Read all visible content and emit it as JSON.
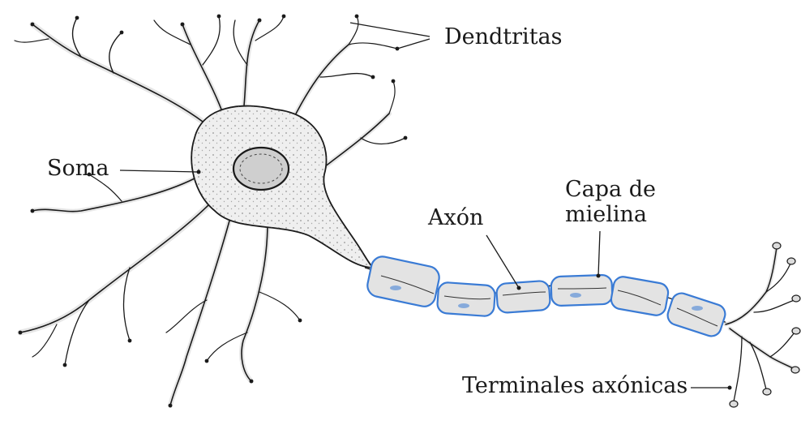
{
  "labels": {
    "dendritas": "Dendtritas",
    "soma": "Soma",
    "axon": "Axón",
    "capa_line1": "Capa de",
    "capa_line2": "mielina",
    "terminales": "Terminales axónicas"
  },
  "colors": {
    "ink": "#1a1a1a",
    "myelin_outline": "#3a7bd5",
    "myelin_fill": "#e3e3e3",
    "cell_fill": "#efefef"
  }
}
